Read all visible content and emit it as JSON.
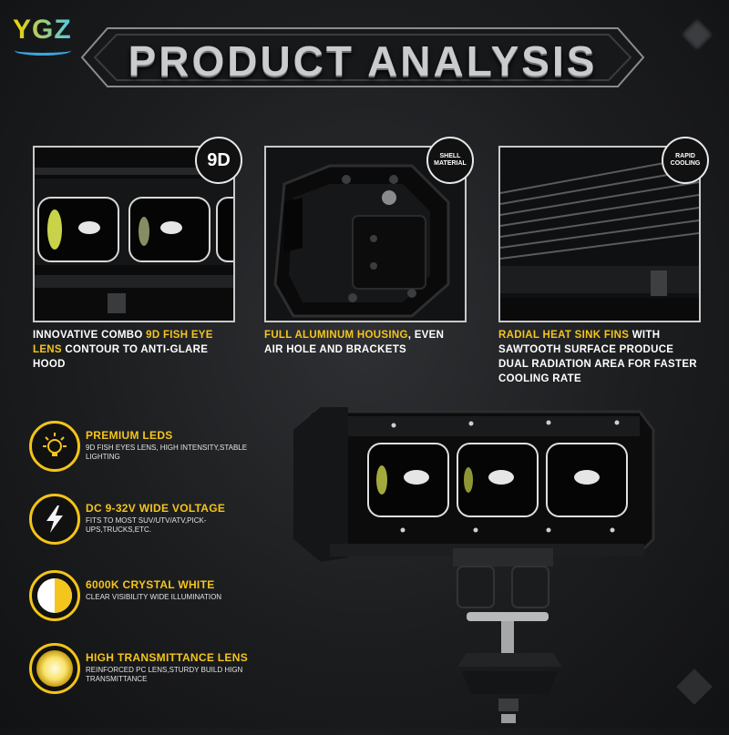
{
  "brand": {
    "logo_text": "YGZ"
  },
  "header": {
    "title": "PRODUCT ANALYSIS"
  },
  "panels": [
    {
      "badge": "9D",
      "caption_highlight": "9D FISH EYE LENS",
      "caption_prefix": "INNOVATIVE COMBO ",
      "caption_suffix": " CONTOUR TO ANTI-GLARE HOOD"
    },
    {
      "badge": "SHELL MATERIAL",
      "caption_highlight": "FULL ALUMINUM HOUSING",
      "caption_prefix": "",
      "caption_suffix": ", EVEN AIR HOLE AND BRACKETS"
    },
    {
      "badge": "RAPID COOLING",
      "caption_highlight": "RADIAL HEAT SINK FINS",
      "caption_prefix": "",
      "caption_suffix": " WITH SAWTOOTH SURFACE PRODUCE DUAL RADIATION AREA FOR FASTER COOLING RATE"
    }
  ],
  "features": [
    {
      "icon": "bulb-icon",
      "title": "PREMIUM LEDS",
      "desc": "9D FISH EYES LENS, HIGH INTENSITY,STABLE LIGHTING"
    },
    {
      "icon": "lightning-icon",
      "title": "DC 9-32V WIDE VOLTAGE",
      "desc": "FITS TO MOST SUV/UTV/ATV,PICK-UPS,TRUCKS,ETC."
    },
    {
      "icon": "half-circle-icon",
      "title": "6000K CRYSTAL WHITE",
      "desc": "CLEAR VISIBILITY WIDE ILLUMINATION"
    },
    {
      "icon": "lens-glow-icon",
      "title": "HIGH TRANSMITTANCE LENS",
      "desc": "REINFORCED PC LENS,STURDY BUILD HIGN TRANSMITTANCE"
    }
  ],
  "colors": {
    "accent": "#f4c51d",
    "background": "#1c1d1f",
    "panel_border": "#c9c9c9"
  }
}
